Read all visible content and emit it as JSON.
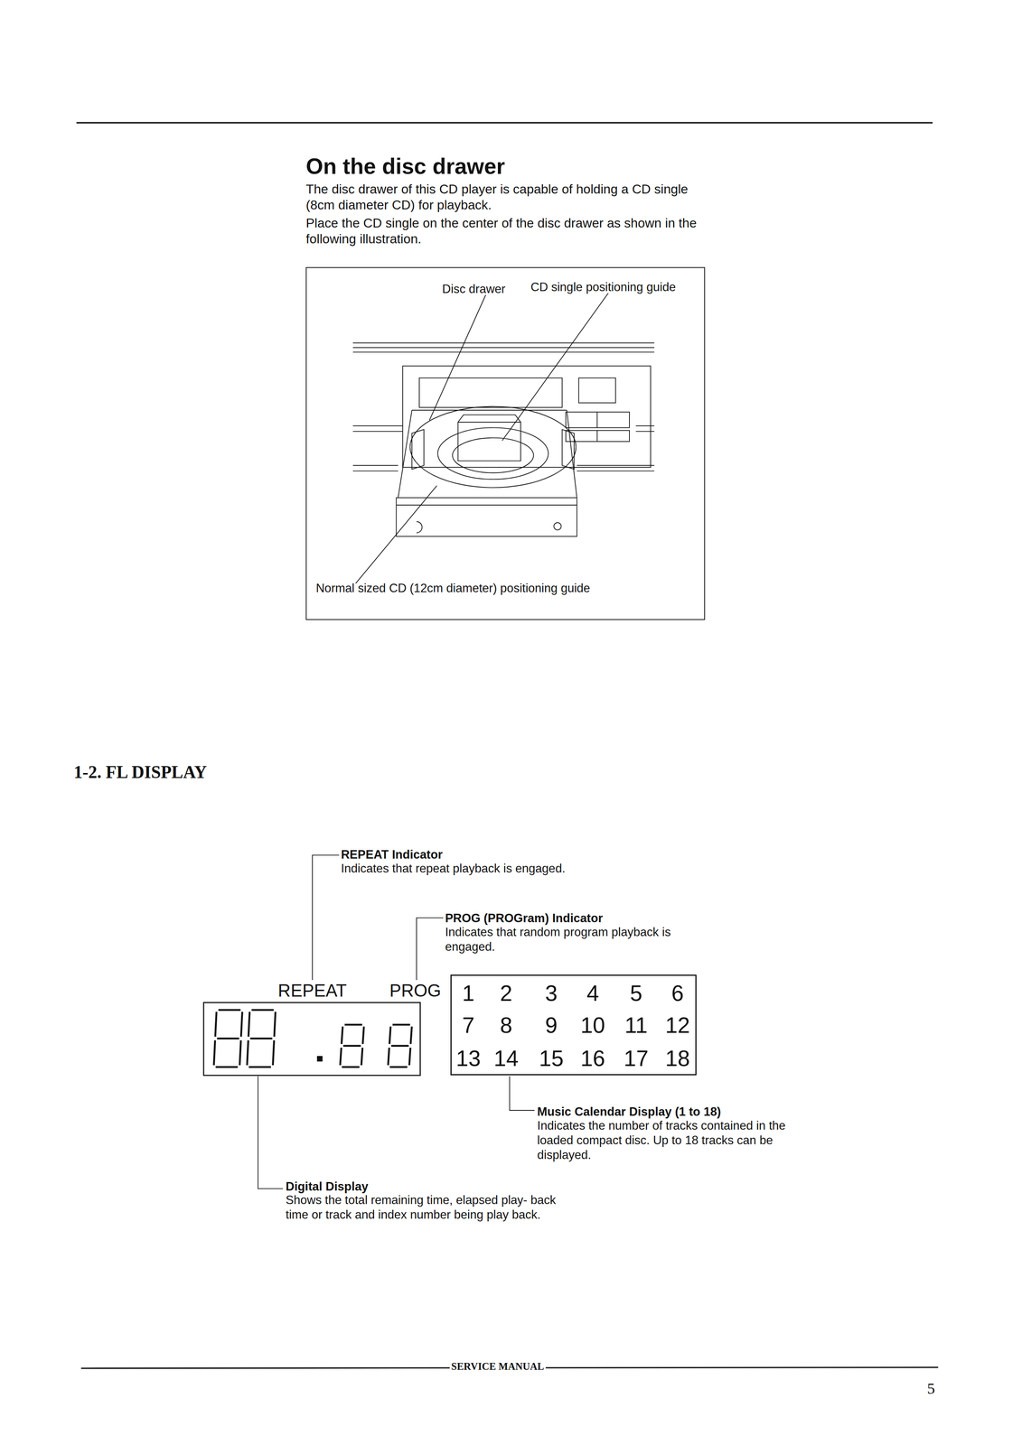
{
  "diagram": {
    "nodes": [
      {
        "text": [
          "Disc drawer",
          "CD single positioning guide",
          "Normal sized CD (12cm diameter) positioning guide"
        ]
      },
      {
        "text": [
          "1",
          "2",
          "3",
          "4",
          "5",
          "6",
          "7",
          "8",
          "9",
          "10",
          "11",
          "12",
          "13",
          "14",
          "15",
          "16",
          "17",
          "18"
        ]
      }
    ],
    "labels": [
      "On the disc drawer",
      "The disc drawer of this CD player is capable of holding a CD single (8cm diameter CD) for playback.",
      "Place the CD single on the center of the disc drawer as shown in the following illustration.",
      "1-2. FL DISPLAY",
      "REPEAT Indicator",
      "Indicates that repeat playback is engaged.",
      "PROG (PROGram) Indicator",
      "Indicates that random program playback is engaged.",
      "REPEAT",
      "PROG",
      "Music Calendar Display (1 to 18)",
      "Indicates the number of tracks contained in the loaded compact disc. Up to 18 tracks can be displayed.",
      "Digital Display",
      "Shows the total remaining time, elapsed play- back time or track and index number being play back.",
      "SERVICE MANUAL",
      "5"
    ]
  }
}
